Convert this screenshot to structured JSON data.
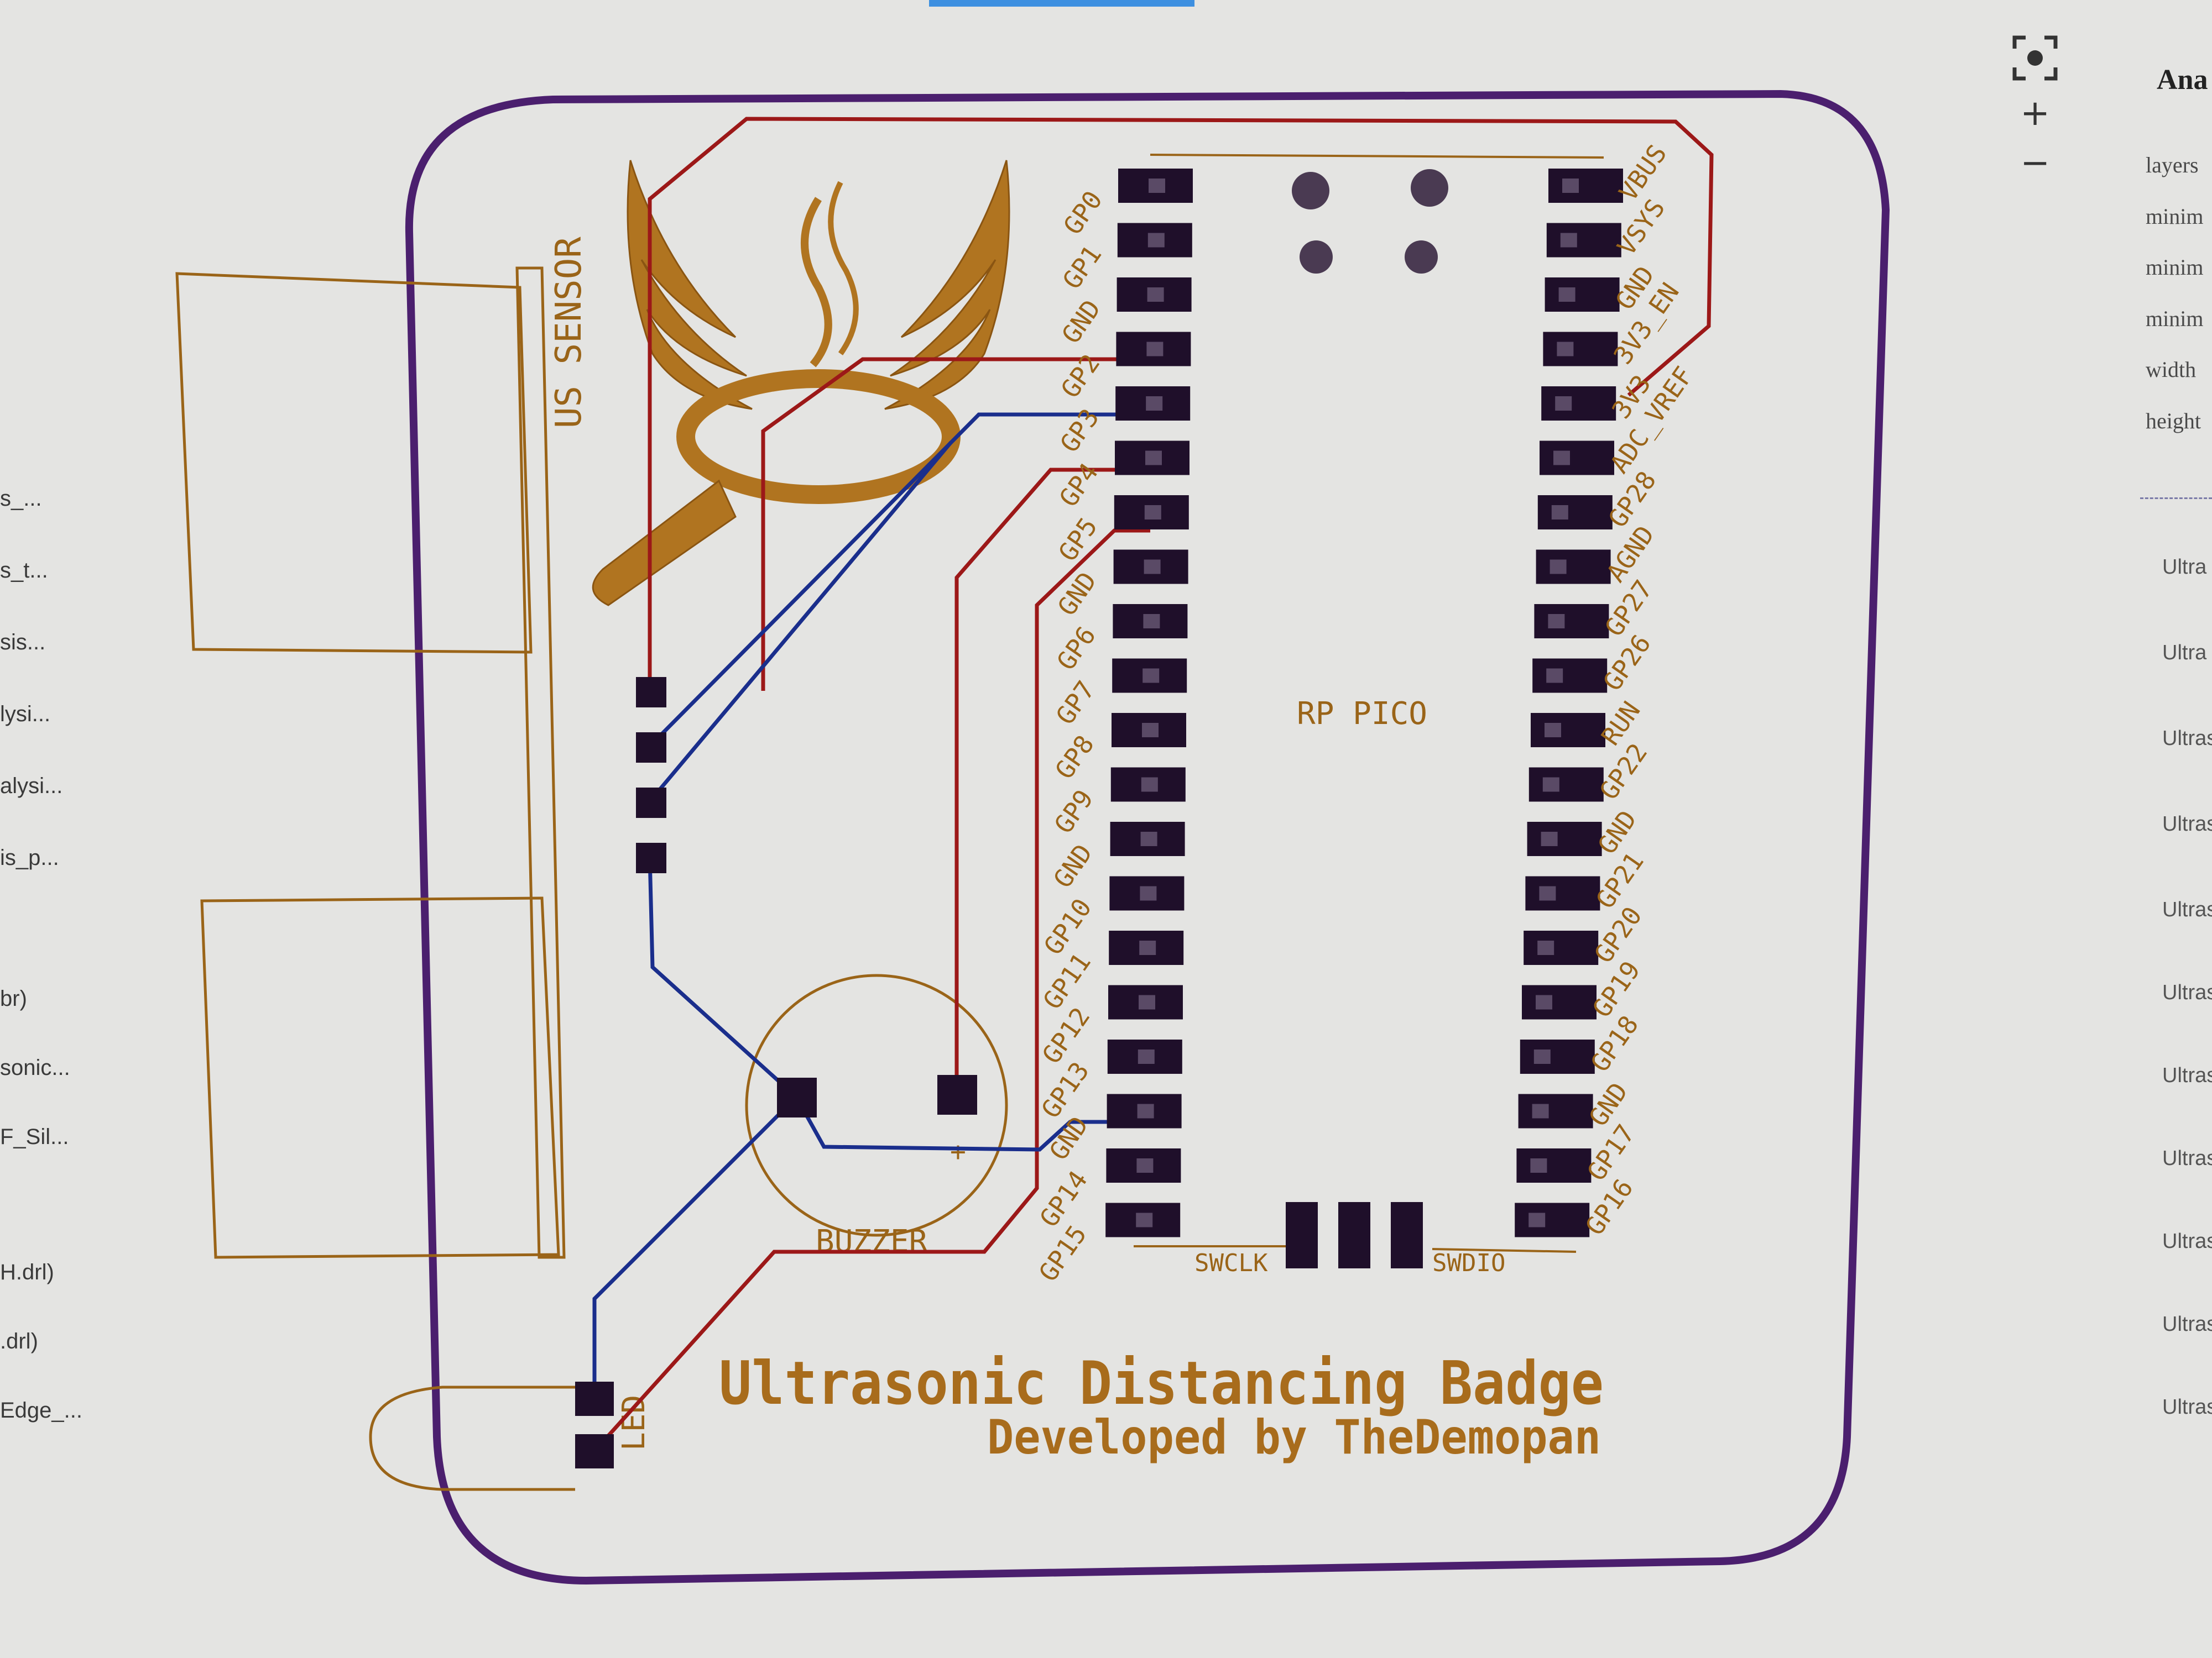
{
  "left_panel": {
    "items": [
      "s_...",
      "s_t...",
      "sis...",
      "lysi...",
      "alysi...",
      "is_p...",
      "br)",
      "sonic...",
      "F_Sil...",
      "H.drl)",
      ".drl)",
      "Edge_..."
    ]
  },
  "right_panel": {
    "title": "Ana",
    "properties": [
      "layers",
      "minim",
      "minim",
      "minim",
      "width",
      "height"
    ],
    "list_items": [
      "Ultra",
      "Ultra",
      "Ultras",
      "Ultras",
      "Ultras",
      "Ultraso",
      "Ultrasc",
      "Ultraso",
      "Ultrason",
      "Ultrason",
      "Ultrason"
    ]
  },
  "zoom_controls": {
    "plus": "+",
    "minus": "−"
  },
  "board": {
    "left_pins": [
      "GP0",
      "GP1",
      "GND",
      "GP2",
      "GP3",
      "GP4",
      "GP5",
      "GND",
      "GP6",
      "GP7",
      "GP8",
      "GP9",
      "GND",
      "GP10",
      "GP11",
      "GP12",
      "GP13",
      "GND",
      "GP14",
      "GP15"
    ],
    "right_pins": [
      "VBUS",
      "VSYS",
      "GND",
      "3V3_EN",
      "3V3",
      "ADC_VREF",
      "GP28",
      "AGND",
      "GP27",
      "GP26",
      "RUN",
      "GP22",
      "GND",
      "GP21",
      "GP20",
      "GP19",
      "GP18",
      "GND",
      "GP17",
      "GP16"
    ],
    "mcu_label": "RP PICO",
    "swclk": "SWCLK",
    "swdio": "SWDIO",
    "sensor_label": "US SENSOR",
    "buzzer_label": "BUZZER",
    "buzzer_plus": "+",
    "led_label": "LED",
    "title": "Ultrasonic Distancing Badge",
    "subtitle": "Developed by TheDemopan"
  },
  "colors": {
    "outline": "#4b1f6e",
    "trace_front": "#9c1818",
    "trace_back": "#1a2e8c",
    "silkscreen": "#9a6418",
    "pad": "#1f0f2a",
    "background": "#e4e4e2"
  }
}
